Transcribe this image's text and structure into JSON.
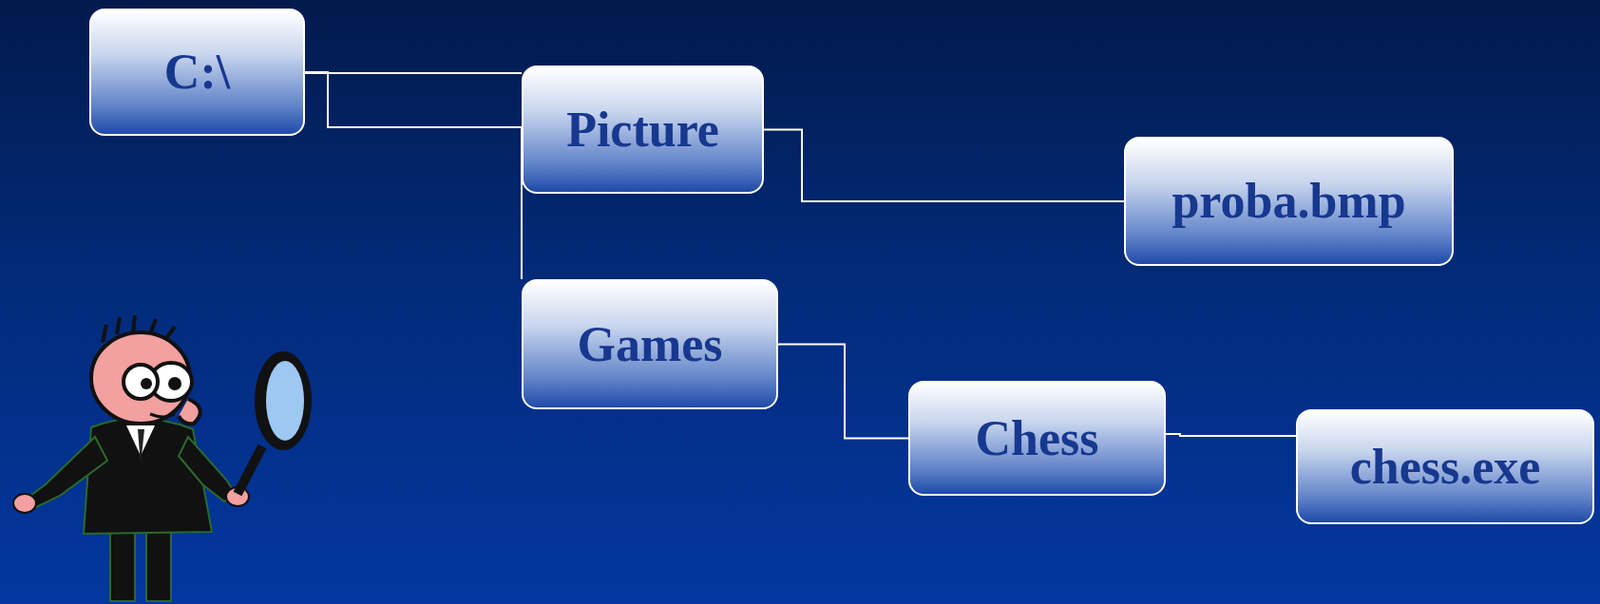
{
  "diagram": {
    "nodes": [
      {
        "text": [
          "C:\\"
        ]
      },
      {
        "text": [
          "Picture"
        ]
      },
      {
        "text": [
          "proba.bmp"
        ]
      },
      {
        "text": [
          "Games"
        ]
      },
      {
        "text": [
          "Chess"
        ]
      },
      {
        "text": [
          "chess.exe"
        ]
      }
    ],
    "edges": [
      {
        "from": 0,
        "to": 1,
        "arrow": "none"
      },
      {
        "from": 0,
        "to": 3,
        "arrow": "none"
      },
      {
        "from": 1,
        "to": 2,
        "arrow": "none"
      },
      {
        "from": 3,
        "to": 4,
        "arrow": "none"
      },
      {
        "from": 4,
        "to": 5,
        "arrow": "none"
      }
    ]
  }
}
